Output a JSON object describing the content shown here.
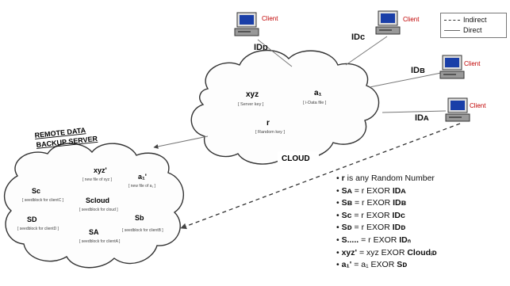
{
  "legend": {
    "indirect_label": "Indirect",
    "direct_label": "Direct"
  },
  "clients": [
    {
      "label": "Client",
      "id": "IDɒ",
      "icon": "computer-icon"
    },
    {
      "label": "Client",
      "id": "IDᴄ",
      "icon": "computer-icon"
    },
    {
      "label": "Client",
      "id": "IDʙ",
      "icon": "computer-icon"
    },
    {
      "label": "Client",
      "id": "IDᴀ",
      "icon": "computer-icon"
    }
  ],
  "cloud": {
    "label": "CLOUD",
    "xyz": "xyz",
    "xyz_note": "[ Server key ]",
    "a1": "a₁",
    "a1_note": "[ i-Data file ]",
    "r": "r",
    "r_note": "[ Random key ]"
  },
  "backup": {
    "title_line1": "REMOTE DATA",
    "title_line2": "BACKUP SERVER",
    "xyz_prime": "xyz'",
    "xyz_prime_note": "[ new file of xyz ]",
    "a1_prime": "a₁'",
    "a1_prime_note": "[ new file of a₁ ]",
    "sc": "Sc",
    "sc_note": "[ seedblock for clientC ]",
    "scloud": "Scloud",
    "scloud_note": "[ seedblock for cloud ]",
    "sb": "Sb",
    "sb_note": "[ seedblock for clientB ]",
    "sd": "SD",
    "sd_note": "[ seedblock for clientD ]",
    "sa": "SA",
    "sa_note": "[ seedblock for clientA ]"
  },
  "equations": [
    {
      "lhs": "r",
      "rest": " is any Random Number"
    },
    {
      "lhs": "Sᴀ",
      "mid": " = r EXOR ",
      "rhs": "IDᴀ"
    },
    {
      "lhs": "Sʙ",
      "mid": " = r EXOR ",
      "rhs": "IDʙ"
    },
    {
      "lhs": "Sc",
      "mid": " = r EXOR ",
      "rhs": "IDc"
    },
    {
      "lhs": "Sᴅ",
      "mid": " = r EXOR ",
      "rhs": "IDᴅ"
    },
    {
      "lhs": "S.....",
      "mid": " = r EXOR ",
      "rhs": "IDₙ"
    },
    {
      "lhs": "xyz'",
      "mid": " = xyz EXOR ",
      "rhs": "Cloudᵢᴅ"
    },
    {
      "lhs": "a₁'",
      "mid": " = a₁ EXOR ",
      "rhs": "Sᴅ"
    }
  ]
}
